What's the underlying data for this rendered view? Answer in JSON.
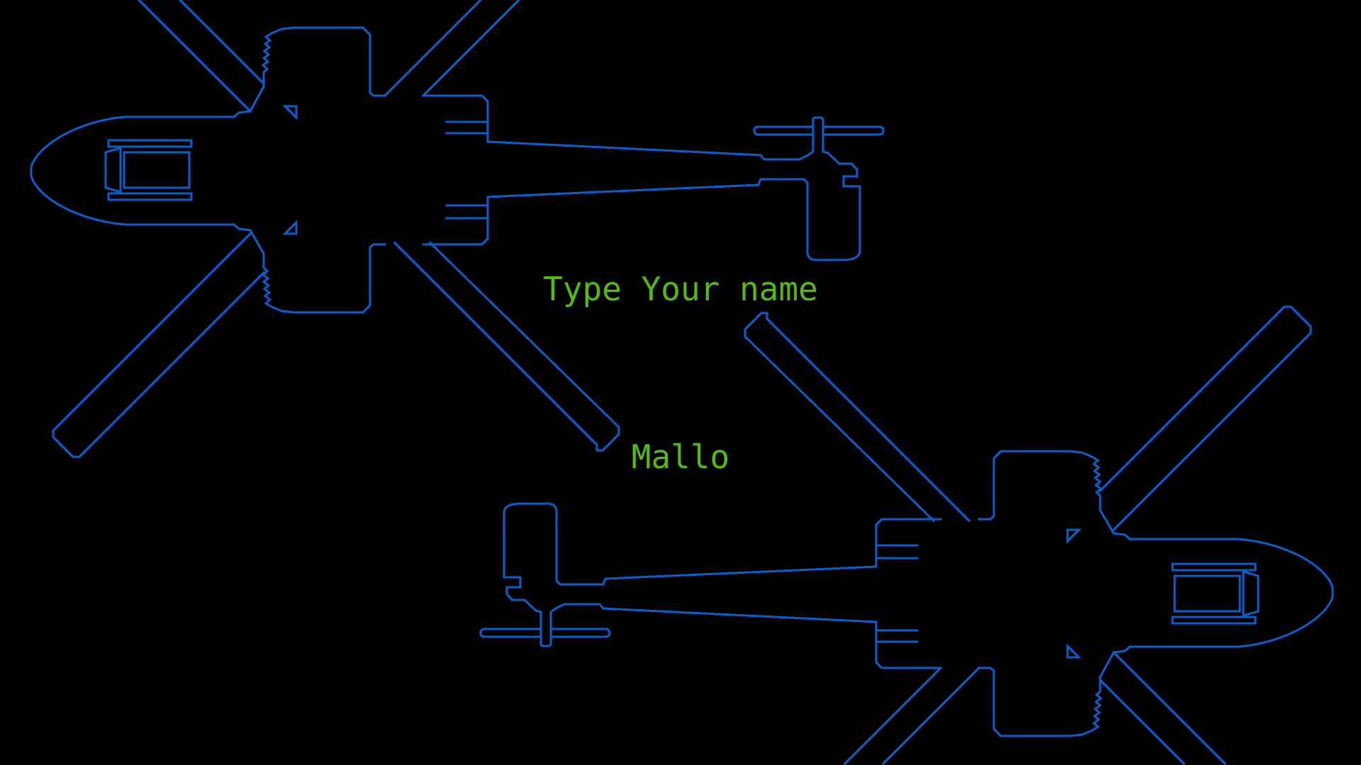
{
  "screen": {
    "prompt": "Type Your name",
    "typed_name": "Mallo"
  },
  "colors": {
    "background": "#000000",
    "helicopter_line": "#0b5fc8",
    "prompt_text": "#55bb0d",
    "typed_name_text": "#55bb0d"
  },
  "graphics": {
    "helicopter_top_left": "attack-helicopter-top-view-nose-left",
    "helicopter_bottom_right": "attack-helicopter-top-view-nose-right"
  }
}
